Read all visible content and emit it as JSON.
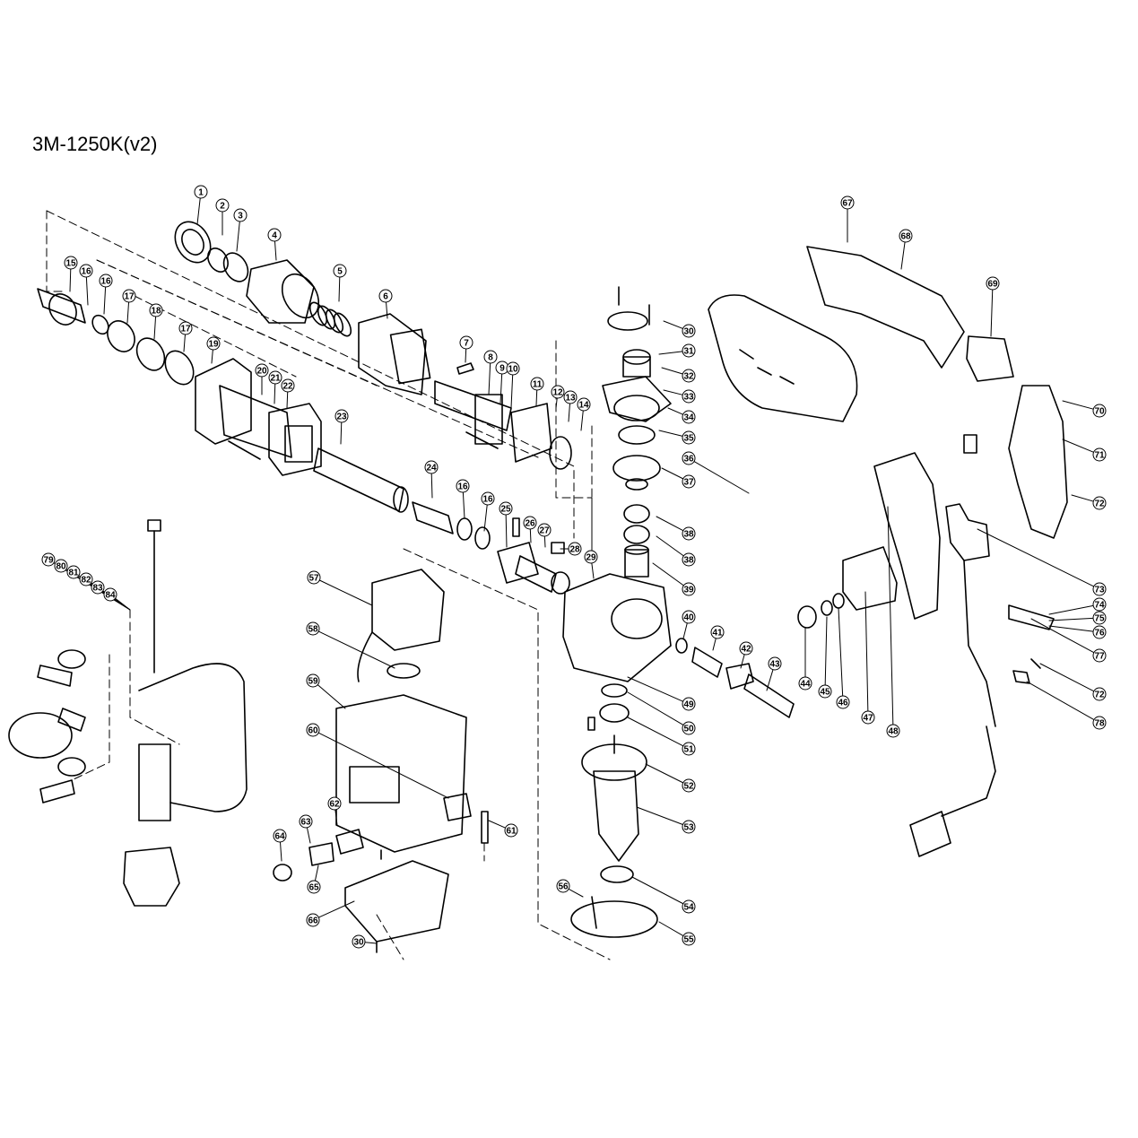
{
  "title": "3M-1250K(v2)",
  "callouts": [
    {
      "id": "c1",
      "label": "1"
    },
    {
      "id": "c2",
      "label": "2"
    },
    {
      "id": "c3",
      "label": "3"
    },
    {
      "id": "c4",
      "label": "4"
    },
    {
      "id": "c5",
      "label": "5"
    },
    {
      "id": "c6",
      "label": "6"
    },
    {
      "id": "c7",
      "label": "7"
    },
    {
      "id": "c8",
      "label": "8"
    },
    {
      "id": "c9",
      "label": "9"
    },
    {
      "id": "c10",
      "label": "10"
    },
    {
      "id": "c11",
      "label": "11"
    },
    {
      "id": "c12",
      "label": "12"
    },
    {
      "id": "c13",
      "label": "13"
    },
    {
      "id": "c14",
      "label": "14"
    },
    {
      "id": "c15",
      "label": "15"
    },
    {
      "id": "c16a",
      "label": "16"
    },
    {
      "id": "c16b",
      "label": "16"
    },
    {
      "id": "c17a",
      "label": "17"
    },
    {
      "id": "c18",
      "label": "18"
    },
    {
      "id": "c17b",
      "label": "17"
    },
    {
      "id": "c19",
      "label": "19"
    },
    {
      "id": "c20",
      "label": "20"
    },
    {
      "id": "c21",
      "label": "21"
    },
    {
      "id": "c22",
      "label": "22"
    },
    {
      "id": "c23",
      "label": "23"
    },
    {
      "id": "c24",
      "label": "24"
    },
    {
      "id": "c16c",
      "label": "16"
    },
    {
      "id": "c16d",
      "label": "16"
    },
    {
      "id": "c25",
      "label": "25"
    },
    {
      "id": "c26",
      "label": "26"
    },
    {
      "id": "c27",
      "label": "27"
    },
    {
      "id": "c28",
      "label": "28"
    },
    {
      "id": "c29",
      "label": "29"
    },
    {
      "id": "c30a",
      "label": "30"
    },
    {
      "id": "c31",
      "label": "31"
    },
    {
      "id": "c32",
      "label": "32"
    },
    {
      "id": "c33",
      "label": "33"
    },
    {
      "id": "c34",
      "label": "34"
    },
    {
      "id": "c35",
      "label": "35"
    },
    {
      "id": "c36",
      "label": "36"
    },
    {
      "id": "c37",
      "label": "37"
    },
    {
      "id": "c38a",
      "label": "38"
    },
    {
      "id": "c38b",
      "label": "38"
    },
    {
      "id": "c39",
      "label": "39"
    },
    {
      "id": "c40",
      "label": "40"
    },
    {
      "id": "c41",
      "label": "41"
    },
    {
      "id": "c42",
      "label": "42"
    },
    {
      "id": "c43",
      "label": "43"
    },
    {
      "id": "c44",
      "label": "44"
    },
    {
      "id": "c45",
      "label": "45"
    },
    {
      "id": "c46",
      "label": "46"
    },
    {
      "id": "c47",
      "label": "47"
    },
    {
      "id": "c48",
      "label": "48"
    },
    {
      "id": "c49",
      "label": "49"
    },
    {
      "id": "c50",
      "label": "50"
    },
    {
      "id": "c51",
      "label": "51"
    },
    {
      "id": "c52",
      "label": "52"
    },
    {
      "id": "c53",
      "label": "53"
    },
    {
      "id": "c54",
      "label": "54"
    },
    {
      "id": "c55",
      "label": "55"
    },
    {
      "id": "c56",
      "label": "56"
    },
    {
      "id": "c57",
      "label": "57"
    },
    {
      "id": "c58",
      "label": "58"
    },
    {
      "id": "c59",
      "label": "59"
    },
    {
      "id": "c60",
      "label": "60"
    },
    {
      "id": "c61",
      "label": "61"
    },
    {
      "id": "c62",
      "label": "62"
    },
    {
      "id": "c63",
      "label": "63"
    },
    {
      "id": "c64",
      "label": "64"
    },
    {
      "id": "c65",
      "label": "65"
    },
    {
      "id": "c66",
      "label": "66"
    },
    {
      "id": "c30b",
      "label": "30"
    },
    {
      "id": "c67",
      "label": "67"
    },
    {
      "id": "c68",
      "label": "68"
    },
    {
      "id": "c69",
      "label": "69"
    },
    {
      "id": "c70",
      "label": "70"
    },
    {
      "id": "c71",
      "label": "71"
    },
    {
      "id": "c72a",
      "label": "72"
    },
    {
      "id": "c73",
      "label": "73"
    },
    {
      "id": "c74",
      "label": "74"
    },
    {
      "id": "c75",
      "label": "75"
    },
    {
      "id": "c76",
      "label": "76"
    },
    {
      "id": "c77",
      "label": "77"
    },
    {
      "id": "c72b",
      "label": "72"
    },
    {
      "id": "c78",
      "label": "78"
    },
    {
      "id": "c79",
      "label": "79"
    },
    {
      "id": "c80",
      "label": "80"
    },
    {
      "id": "c81",
      "label": "81"
    },
    {
      "id": "c82",
      "label": "82"
    },
    {
      "id": "c83",
      "label": "83"
    },
    {
      "id": "c84",
      "label": "84"
    }
  ]
}
